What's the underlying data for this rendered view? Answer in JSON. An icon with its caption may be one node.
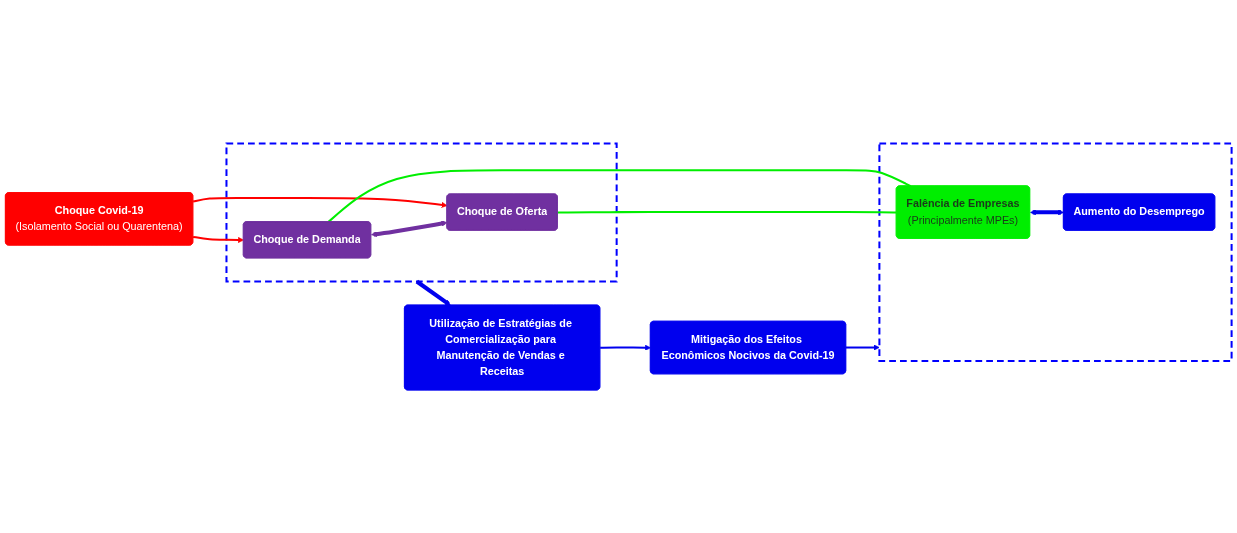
{
  "diagram": {
    "nodes": [
      {
        "text": [
          "Choque Covid-19",
          "(Isolamento Social ou Quarentena)"
        ]
      },
      {
        "text": [],
        "shape": "box"
      },
      {
        "text": [
          "Choque de Demanda"
        ],
        "in": 1
      },
      {
        "text": [
          "Choque de Oferta"
        ],
        "in": 1
      },
      {
        "text": [],
        "shape": "box"
      },
      {
        "text": [
          "Falência de Empresas",
          "(Principalmente MPEs)"
        ],
        "in": 4
      },
      {
        "text": [
          "Aumento do Desemprego"
        ],
        "in": 4
      },
      {
        "text": [
          "Utilização de Estratégias de Comercialização para Manutenção de Vendas e Receitas"
        ]
      },
      {
        "text": [
          "Mitigação dos Efeitos Econômicos Nocivos da Covid-19"
        ]
      }
    ],
    "edges": [
      {
        "from": 0,
        "to": 2,
        "arrow": "to",
        "color": "#ff0000"
      },
      {
        "from": 0,
        "to": 3,
        "arrow": "to",
        "color": "#ff0000"
      },
      {
        "from": 2,
        "to": 3,
        "arrow": "both",
        "style": "thick",
        "color": "#7030a0"
      },
      {
        "from": 2,
        "to": 5,
        "arrow": "none",
        "color": "#00ee00"
      },
      {
        "from": 3,
        "to": 5,
        "arrow": "none",
        "color": "#00ee00"
      },
      {
        "from": 5,
        "to": 6,
        "arrow": "both",
        "style": "thick"
      },
      {
        "from": 1,
        "to": 7,
        "arrow": "to",
        "style": "thick"
      },
      {
        "from": 7,
        "to": 8,
        "arrow": "to"
      },
      {
        "from": 8,
        "to": 4,
        "arrow": "to"
      }
    ]
  }
}
